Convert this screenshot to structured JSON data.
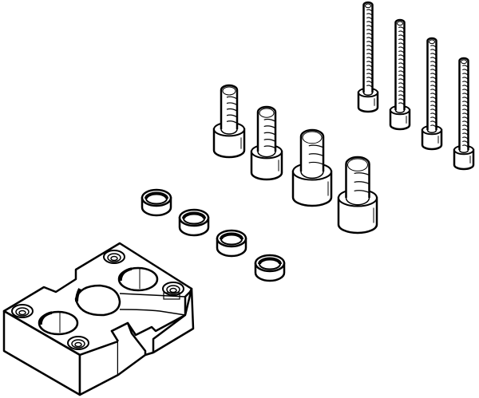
{
  "drawing": {
    "line_color": "#000000",
    "background": "#ffffff",
    "parts": {
      "long_screws": 4,
      "medium_screws": 4,
      "nuts": 4,
      "mounting_plate": 1
    }
  }
}
